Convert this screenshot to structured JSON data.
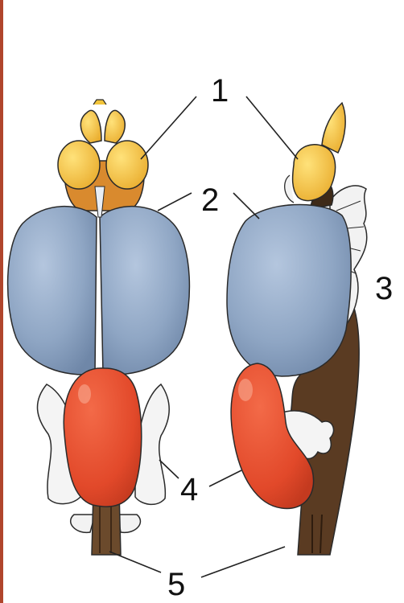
{
  "labels": {
    "l1": "1",
    "l2": "2",
    "l3": "3",
    "l4": "4",
    "l5": "5"
  },
  "colors": {
    "olfactory": "#f2c43a",
    "forebrain": "#8fa6c4",
    "cerebellum": "#e2492a",
    "midbrain": "#d98a2e",
    "brainstem": "#5a3b22",
    "border": "#b0452c"
  }
}
